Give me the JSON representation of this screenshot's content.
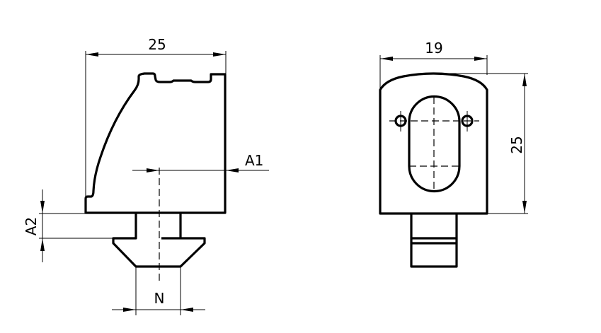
{
  "labels": {
    "side_width": "25",
    "front_width": "19",
    "front_height": "25",
    "a1": "A1",
    "a2": "A2",
    "n": "N"
  }
}
